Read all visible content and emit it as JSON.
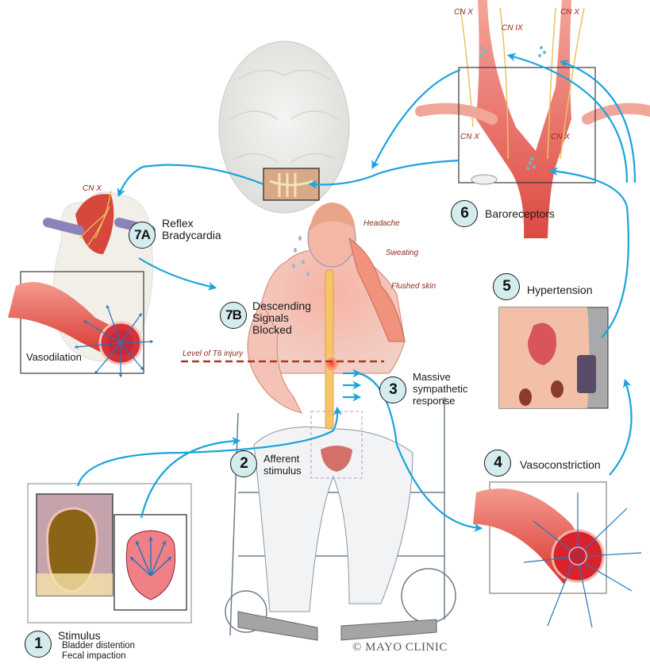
{
  "figure": {
    "title": "Autonomic dysreflexia pathway",
    "copyright": "© MAYO CLINIC"
  },
  "colors": {
    "arrow": "#1aa3dd",
    "badge_fill": "#d4ecee",
    "annotation_text": "#8c2a1e",
    "injury_line": "#a33a24",
    "vessel": "#e0483f",
    "skin": "#f4a99a"
  },
  "steps": [
    {
      "id": "1",
      "title": "Stimulus",
      "details": [
        "Bladder distention",
        "Fecal impaction"
      ]
    },
    {
      "id": "2",
      "title": "Afferent stimulus"
    },
    {
      "id": "3",
      "title": "Massive sympathetic response"
    },
    {
      "id": "4",
      "title": "Vasoconstriction"
    },
    {
      "id": "5",
      "title": "Hypertension"
    },
    {
      "id": "6",
      "title": "Baroreceptors"
    },
    {
      "id": "7A",
      "title": "Reflex Bradycardia"
    },
    {
      "id": "7B",
      "title": "Descending Signals Blocked"
    }
  ],
  "step_lines": {
    "s2": [
      "Afferent",
      "stimulus"
    ],
    "s3": [
      "Massive",
      "sympathetic",
      "response"
    ],
    "s7a": [
      "Reflex",
      "Bradycardia"
    ],
    "s7b": [
      "Descending",
      "Signals",
      "Blocked"
    ]
  },
  "annotations": {
    "symptoms": [
      "Headache",
      "Sweating",
      "Flushed skin"
    ],
    "injury_level": "Level of T6 injury",
    "vasodilation": "Vasodilation",
    "nerves": {
      "top_left": "CN X",
      "top_middle": "CN IX",
      "top_right": "CN X",
      "box_left": "CN X",
      "box_right": "CN X",
      "heart": "CN X"
    }
  }
}
